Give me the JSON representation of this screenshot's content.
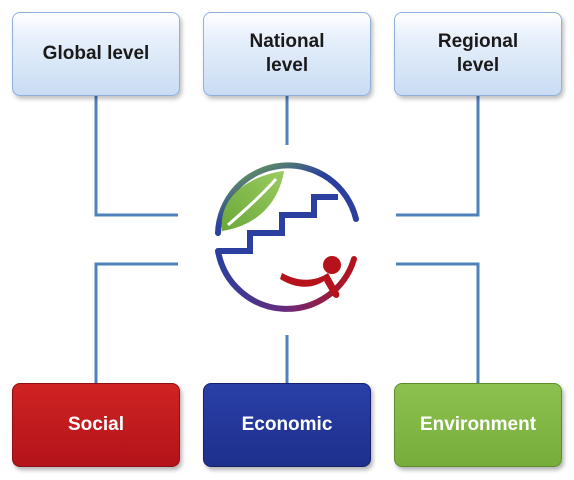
{
  "levels": {
    "global": "Global level",
    "national": "National\nlevel",
    "regional": "Regional\nlevel"
  },
  "pillars": {
    "social": "Social",
    "economic": "Economic",
    "environment": "Environment"
  },
  "colors": {
    "connector": "#4f81bd",
    "social": "#c0191f",
    "economic": "#22389a",
    "environment": "#80b844",
    "logo_blue": "#2b3f9e",
    "logo_red": "#b5121b",
    "logo_green": "#7ab648"
  },
  "icons": {
    "center_logo": "leaf-stairs-person-globe-icon"
  }
}
